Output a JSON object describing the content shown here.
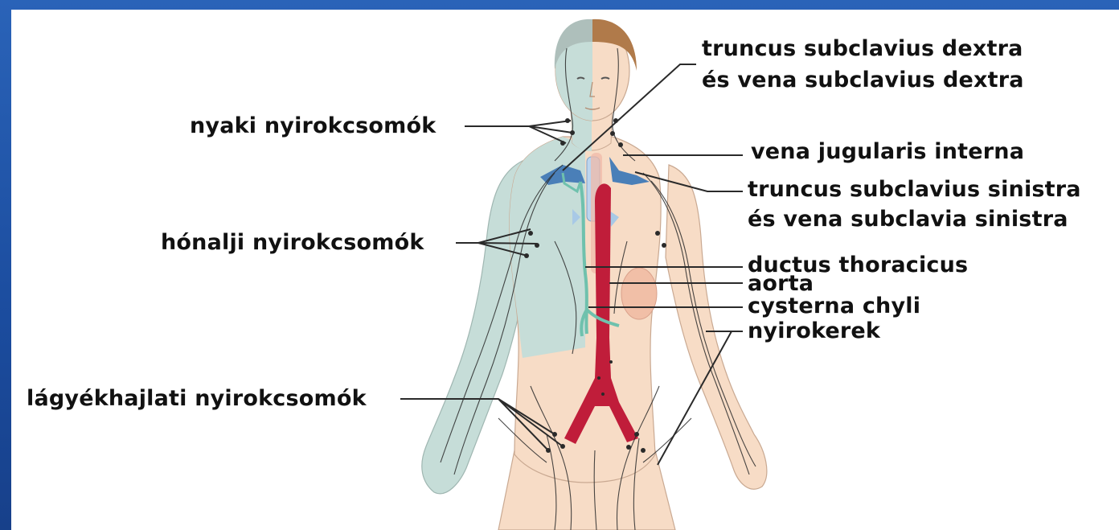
{
  "colors": {
    "frame": "#1c4e9c",
    "skin": "#f7dcc6",
    "lymph_region": "#c6ddd8",
    "hair": "#b07a4a",
    "aorta": "#c01d3a",
    "vein": "#4a7fb8",
    "thoracic_duct": "#6fc1ad",
    "lymph_vessel": "#2a2a2a"
  },
  "labels": {
    "neck_nodes": "nyaki nyirokcsomók",
    "axillary_nodes": "hónalji nyirokcsomók",
    "inguinal_nodes": "lágyékhajlati nyirokcsomók",
    "right_subclavian_l1": "truncus subclavius dextra",
    "right_subclavian_l2": "és vena subclavius dextra",
    "jugular_vein": "vena jugularis interna",
    "left_subclavian_l1": "truncus subclavius sinistra",
    "left_subclavian_l2": "és vena subclavia sinistra",
    "thoracic_duct": "ductus thoracicus",
    "aorta": "aorta",
    "cisterna": "cysterna chyli",
    "lymph_vessels": "nyirokerek"
  }
}
